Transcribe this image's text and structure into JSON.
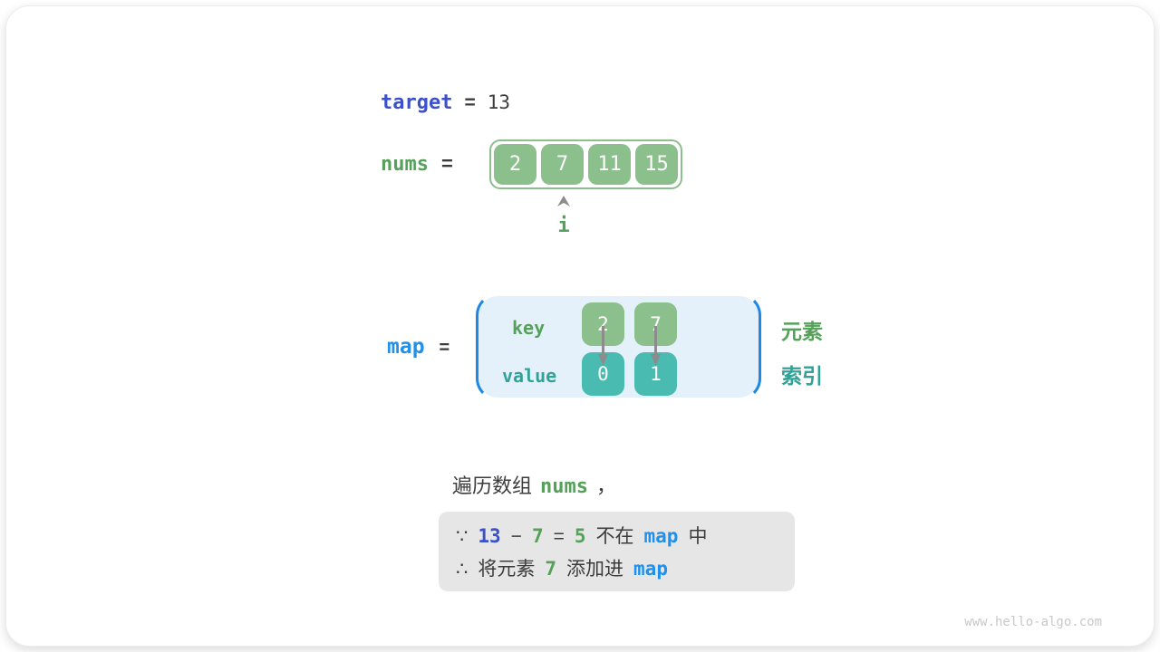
{
  "colors": {
    "royal_blue": "#3c50c8",
    "azure_blue": "#2090ea",
    "bracket_blue": "#1e88e5",
    "green_text": "#55a15a",
    "teal_text": "#31a297",
    "green_fill": "#8bbf8b",
    "teal_fill": "#49bbb0",
    "map_bg": "#e4f1fa",
    "note_bg": "#e6e6e6",
    "dark_text": "#3c3c3c",
    "arrow_gray": "#8c8c8c"
  },
  "target": {
    "name": "target",
    "eq": "=",
    "value": "13"
  },
  "nums": {
    "name": "nums",
    "eq": "=",
    "cells": [
      "2",
      "7",
      "11",
      "15"
    ],
    "pointer": "i"
  },
  "map": {
    "name": "map",
    "eq": "=",
    "key_label": "key",
    "value_label": "value",
    "keys": [
      "2",
      "7"
    ],
    "values": [
      "0",
      "1"
    ],
    "element_label": "元素",
    "index_label": "索引"
  },
  "caption": {
    "prefix": "遍历数组",
    "code": "nums",
    "comma": "，"
  },
  "note": {
    "because": "∵",
    "therefore": "∴",
    "line1": {
      "target": "13",
      "minus": "−",
      "num": "7",
      "eq": "=",
      "diff": "5",
      "not_in": "不在",
      "map": "map",
      "suffix": "中"
    },
    "line2": {
      "prefix": "将元素",
      "num": "7",
      "middle": "添加进",
      "map": "map"
    }
  },
  "watermark": "www.hello-algo.com"
}
